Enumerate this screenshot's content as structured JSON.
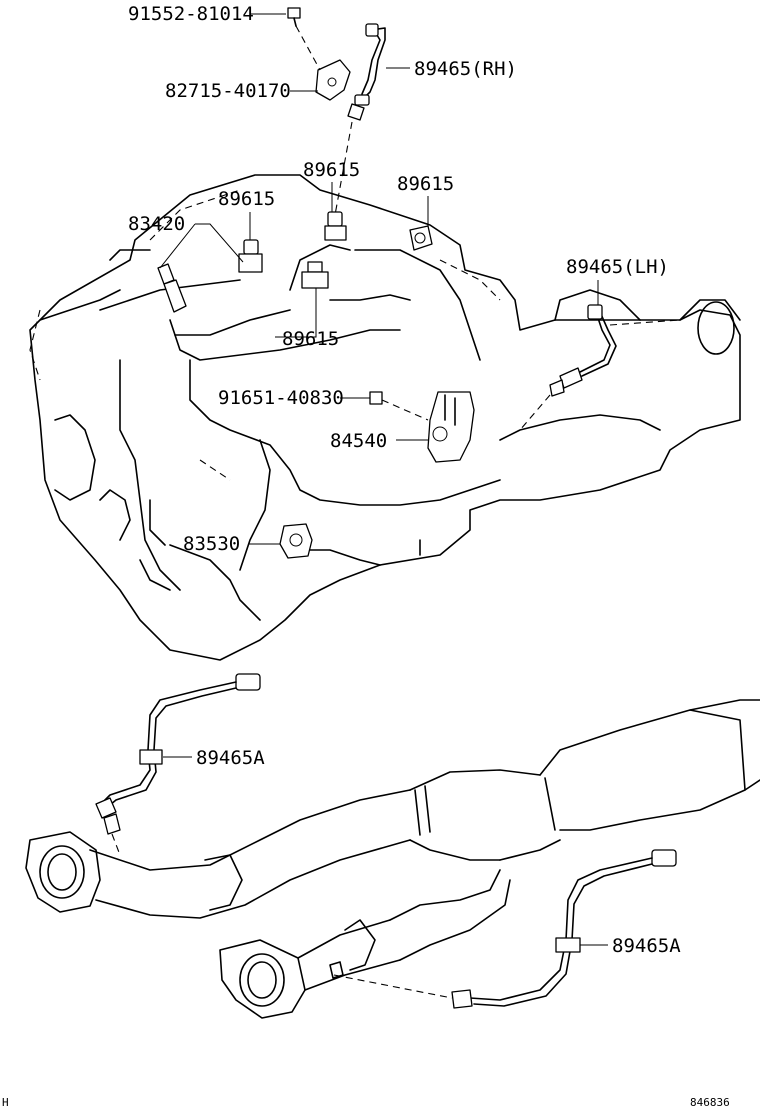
{
  "labels": {
    "p91552": "91552-81014",
    "p82715": "82715-40170",
    "p89465rh": "89465(RH)",
    "p89615_top": "89615",
    "p89615_left": "89615",
    "p89615_right": "89615",
    "p83420": "83420",
    "p89465lh": "89465(LH)",
    "p89615_bottom": "89615",
    "p91651": "91651-40830",
    "p84540": "84540",
    "p83530": "83530",
    "p89465a_left": "89465A",
    "p89465a_right": "89465A"
  },
  "footer": {
    "left_mark": "H",
    "diagram_id": "846836"
  }
}
